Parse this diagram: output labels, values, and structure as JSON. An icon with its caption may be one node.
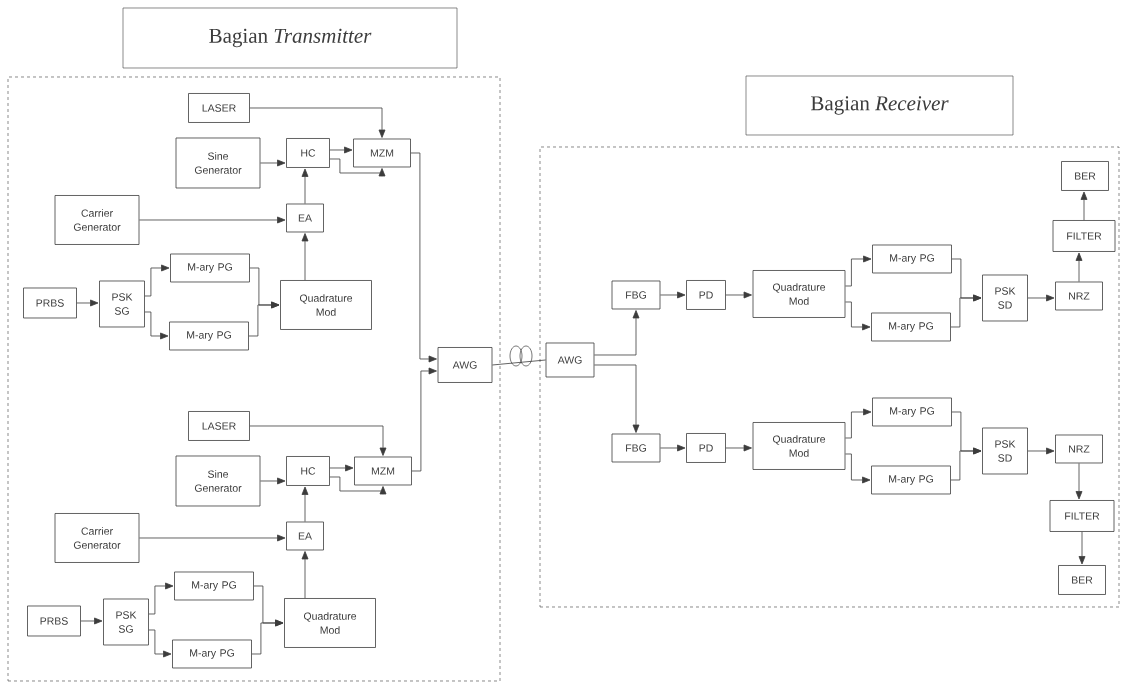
{
  "diagram": {
    "nodes": [
      {
        "text": [
          "Bagian *Transmitter*"
        ]
      },
      {
        "text": [
          "LASER"
        ],
        "in": 0
      },
      {
        "text": [
          "Sine Generator"
        ],
        "in": 0
      },
      {
        "text": [
          "HC"
        ],
        "in": 0
      },
      {
        "text": [
          "MZM"
        ],
        "in": 0
      },
      {
        "text": [
          "Carrier Generator"
        ],
        "in": 0
      },
      {
        "text": [
          "EA"
        ],
        "in": 0
      },
      {
        "text": [
          "PRBS"
        ],
        "in": 0
      },
      {
        "text": [
          "PSK SG"
        ],
        "in": 0
      },
      {
        "text": [
          "M-ary PG"
        ],
        "in": 0
      },
      {
        "text": [
          "M-ary PG"
        ],
        "in": 0
      },
      {
        "text": [
          "Quadrature Mod"
        ],
        "in": 0
      },
      {
        "text": [
          "AWG"
        ],
        "in": 0
      },
      {
        "text": [
          "LASER"
        ],
        "in": 0
      },
      {
        "text": [
          "Sine Generator"
        ],
        "in": 0
      },
      {
        "text": [
          "HC"
        ],
        "in": 0
      },
      {
        "text": [
          "MZM"
        ],
        "in": 0
      },
      {
        "text": [
          "Carrier Generator"
        ],
        "in": 0
      },
      {
        "text": [
          "EA"
        ],
        "in": 0
      },
      {
        "text": [
          "PRBS"
        ],
        "in": 0
      },
      {
        "text": [
          "PSK SG"
        ],
        "in": 0
      },
      {
        "text": [
          "M-ary PG"
        ],
        "in": 0
      },
      {
        "text": [
          "M-ary PG"
        ],
        "in": 0
      },
      {
        "text": [
          "Quadrature Mod"
        ],
        "in": 0
      },
      {
        "text": [
          "Bagian *Receiver*"
        ]
      },
      {
        "text": [
          "AWG"
        ],
        "in": 24
      },
      {
        "text": [
          "FBG"
        ],
        "in": 24
      },
      {
        "text": [
          "PD"
        ],
        "in": 24
      },
      {
        "text": [
          "Quadrature Mod"
        ],
        "in": 24
      },
      {
        "text": [
          "M-ary PG"
        ],
        "in": 24
      },
      {
        "text": [
          "M-ary PG"
        ],
        "in": 24
      },
      {
        "text": [
          "PSK SD"
        ],
        "in": 24
      },
      {
        "text": [
          "NRZ"
        ],
        "in": 24
      },
      {
        "text": [
          "FILTER"
        ],
        "in": 24
      },
      {
        "text": [
          "BER"
        ],
        "in": 24
      },
      {
        "text": [
          "FBG"
        ],
        "in": 24
      },
      {
        "text": [
          "PD"
        ],
        "in": 24
      },
      {
        "text": [
          "Quadrature Mod"
        ],
        "in": 24
      },
      {
        "text": [
          "M-ary PG"
        ],
        "in": 24
      },
      {
        "text": [
          "M-ary PG"
        ],
        "in": 24
      },
      {
        "text": [
          "PSK SD"
        ],
        "in": 24
      },
      {
        "text": [
          "NRZ"
        ],
        "in": 24
      },
      {
        "text": [
          "FILTER"
        ],
        "in": 24
      },
      {
        "text": [
          "BER"
        ],
        "in": 24
      }
    ],
    "edges": [
      {
        "from": 1,
        "to": 4,
        "arrow": "to"
      },
      {
        "from": 2,
        "to": 3,
        "arrow": "to"
      },
      {
        "from": 3,
        "to": 4,
        "arrow": "to"
      },
      {
        "from": 3,
        "to": 4,
        "arrow": "to"
      },
      {
        "from": 5,
        "to": 6,
        "arrow": "to"
      },
      {
        "from": 6,
        "to": 3,
        "arrow": "to"
      },
      {
        "from": 11,
        "to": 6,
        "arrow": "to"
      },
      {
        "from": 7,
        "to": 8,
        "arrow": "to"
      },
      {
        "from": 8,
        "to": 9,
        "arrow": "to"
      },
      {
        "from": 8,
        "to": 10,
        "arrow": "to"
      },
      {
        "from": 9,
        "to": 11,
        "arrow": "to"
      },
      {
        "from": 10,
        "to": 11,
        "arrow": "to"
      },
      {
        "from": 4,
        "to": 12,
        "arrow": "to"
      },
      {
        "from": 13,
        "to": 16,
        "arrow": "to"
      },
      {
        "from": 14,
        "to": 15,
        "arrow": "to"
      },
      {
        "from": 15,
        "to": 16,
        "arrow": "to"
      },
      {
        "from": 15,
        "to": 16,
        "arrow": "to"
      },
      {
        "from": 17,
        "to": 18,
        "arrow": "to"
      },
      {
        "from": 18,
        "to": 15,
        "arrow": "to"
      },
      {
        "from": 23,
        "to": 18,
        "arrow": "to"
      },
      {
        "from": 19,
        "to": 20,
        "arrow": "to"
      },
      {
        "from": 20,
        "to": 21,
        "arrow": "to"
      },
      {
        "from": 20,
        "to": 22,
        "arrow": "to"
      },
      {
        "from": 21,
        "to": 23,
        "arrow": "to"
      },
      {
        "from": 22,
        "to": 23,
        "arrow": "to"
      },
      {
        "from": 16,
        "to": 12,
        "arrow": "to"
      },
      {
        "from": 12,
        "to": 25,
        "arrow": "none"
      },
      {
        "from": 25,
        "to": 26,
        "arrow": "to"
      },
      {
        "from": 26,
        "to": 27,
        "arrow": "to"
      },
      {
        "from": 27,
        "to": 28,
        "arrow": "to"
      },
      {
        "from": 28,
        "to": 29,
        "arrow": "to"
      },
      {
        "from": 28,
        "to": 30,
        "arrow": "to"
      },
      {
        "from": 29,
        "to": 31,
        "arrow": "to"
      },
      {
        "from": 30,
        "to": 31,
        "arrow": "to"
      },
      {
        "from": 31,
        "to": 32,
        "arrow": "to"
      },
      {
        "from": 32,
        "to": 33,
        "arrow": "to"
      },
      {
        "from": 33,
        "to": 34,
        "arrow": "to"
      },
      {
        "from": 25,
        "to": 35,
        "arrow": "to"
      },
      {
        "from": 35,
        "to": 36,
        "arrow": "to"
      },
      {
        "from": 36,
        "to": 37,
        "arrow": "to"
      },
      {
        "from": 37,
        "to": 38,
        "arrow": "to"
      },
      {
        "from": 37,
        "to": 39,
        "arrow": "to"
      },
      {
        "from": 38,
        "to": 40,
        "arrow": "to"
      },
      {
        "from": 39,
        "to": 40,
        "arrow": "to"
      },
      {
        "from": 40,
        "to": 41,
        "arrow": "to"
      },
      {
        "from": 41,
        "to": 42,
        "arrow": "to"
      },
      {
        "from": 42,
        "to": 43,
        "arrow": "to"
      }
    ]
  }
}
